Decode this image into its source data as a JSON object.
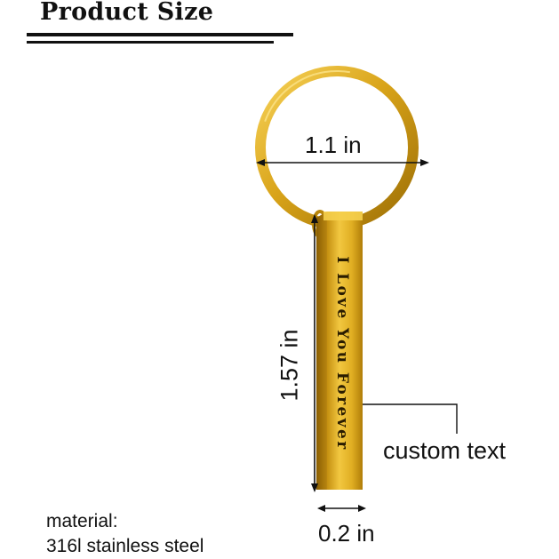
{
  "title": "Product Size",
  "dimensions": {
    "ring_diameter": "1.1 in",
    "bar_height": "1.57 in",
    "bar_width": "0.2 in"
  },
  "engraving_text": "I Love You Forever",
  "callout": "custom text",
  "material": {
    "label": "material:",
    "value": "316l stainless steel"
  },
  "colors": {
    "gold": "#d9a41a",
    "gold_dark": "#9c6e05",
    "gold_light": "#f7d35a",
    "ink": "#111111"
  }
}
